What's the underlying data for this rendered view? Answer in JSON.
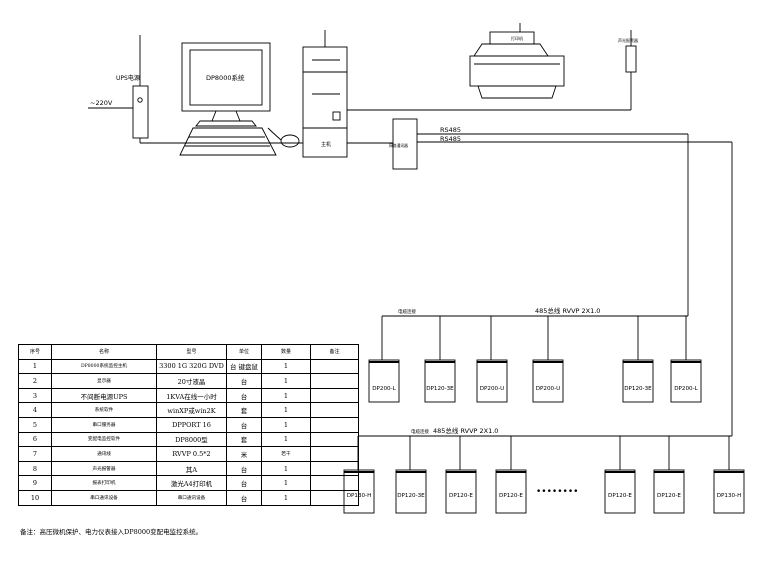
{
  "labels": {
    "ups": "UPS电源",
    "mains": "~220V",
    "monitor": "DP8000系统",
    "host": "主机",
    "converter": "网络通讯器",
    "printer_label": "打印机",
    "alarm": "声光报警器",
    "rs485_1": "RS485",
    "rs485_2": "RS485",
    "bus1_left": "电缆连接",
    "bus1": "485总线  RVVP 2X1.0",
    "bus2_left": "电缆连接",
    "bus2": "485总线  RVVP 2X1.0"
  },
  "row1_devices": [
    "DP200-L",
    "DP120-3E",
    "DP200-U",
    "DP200-U",
    "DP120-3E",
    "DP200-L"
  ],
  "row2_devices": [
    "DP130-H",
    "DP120-3E",
    "DP120-E",
    "DP120-E",
    "DP120-E",
    "DP120-E",
    "DP130-H"
  ],
  "ellipsis": "••••••••",
  "table": {
    "headers": [
      "序号",
      "名称",
      "型号",
      "单位",
      "数量",
      "备注"
    ],
    "rows": [
      [
        "1",
        "DP8000系统监控主机",
        "3300 1G 320G DVD",
        "台 键盘鼠",
        "1",
        ""
      ],
      [
        "2",
        "显示器",
        "20寸液晶",
        "台",
        "1",
        ""
      ],
      [
        "3",
        "不间断电源UPS",
        "1KVA在线一小时",
        "台",
        "1",
        ""
      ],
      [
        "4",
        "系统软件",
        "winXP或win2K",
        "套",
        "1",
        ""
      ],
      [
        "5",
        "串口服务器",
        "DPPORT 16",
        "台",
        "1",
        ""
      ],
      [
        "6",
        "变配电监控软件",
        "DP8000型",
        "套",
        "1",
        ""
      ],
      [
        "7",
        "通讯线",
        "RVVP 0.5*2",
        "米",
        "若干",
        ""
      ],
      [
        "8",
        "声光报警器",
        "其A",
        "台",
        "1",
        ""
      ],
      [
        "9",
        "报表打印机",
        "激光A4打印机",
        "台",
        "1",
        ""
      ],
      [
        "10",
        "串口通讯设备",
        "串口通讯设备",
        "台",
        "1",
        ""
      ]
    ]
  },
  "remark": "备注：高压微机保护、电力仪表接入DP8000变配电监控系统。"
}
